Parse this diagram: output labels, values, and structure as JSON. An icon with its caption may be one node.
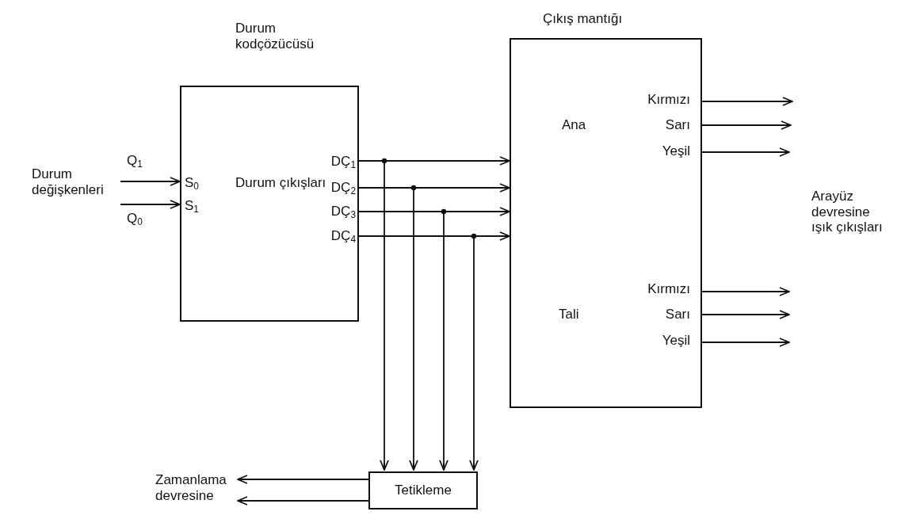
{
  "diagram": {
    "nodes": [
      {
        "text": [
          "Durum kodçözücüsü",
          "S$_{0}$",
          "S$_{1}$",
          "Durum çıkışları",
          "DÇ$_{1}$",
          "DÇ$_{2}$",
          "DÇ$_{3}$",
          "DÇ$_{4}$"
        ]
      },
      {
        "text": [
          "Çıkış mantığı",
          "Ana",
          "Kırmızı",
          "Sarı",
          "Yeşil",
          "Tali",
          "Kırmızı",
          "Sarı",
          "Yeşil"
        ]
      },
      {
        "text": [
          "Tetikleme"
        ]
      },
      {
        "text": [
          "Durum değişkenleri"
        ]
      },
      {
        "text": [
          "Arayüz devresine ışık çıkışları"
        ]
      },
      {
        "text": [
          "Zamanlama devresine"
        ]
      }
    ],
    "edges": [
      {
        "from": 3,
        "to": 0,
        "arrow": "to",
        "label": "Q$_{1}$"
      },
      {
        "from": 3,
        "to": 0,
        "arrow": "to",
        "label": "Q$_{0}$"
      },
      {
        "from": 0,
        "to": 1,
        "arrow": "to"
      },
      {
        "from": 0,
        "to": 1,
        "arrow": "to"
      },
      {
        "from": 0,
        "to": 1,
        "arrow": "to"
      },
      {
        "from": 0,
        "to": 1,
        "arrow": "to"
      },
      {
        "from": 0,
        "to": 2,
        "arrow": "to"
      },
      {
        "from": 0,
        "to": 2,
        "arrow": "to"
      },
      {
        "from": 0,
        "to": 2,
        "arrow": "to"
      },
      {
        "from": 0,
        "to": 2,
        "arrow": "to"
      },
      {
        "from": 1,
        "to": null,
        "arrow": "to"
      },
      {
        "from": 1,
        "to": null,
        "arrow": "to"
      },
      {
        "from": 1,
        "to": null,
        "arrow": "to"
      },
      {
        "from": 1,
        "to": null,
        "arrow": "to"
      },
      {
        "from": 1,
        "to": null,
        "arrow": "to"
      },
      {
        "from": 1,
        "to": null,
        "arrow": "to"
      },
      {
        "from": 2,
        "to": 5,
        "arrow": "to"
      },
      {
        "from": 2,
        "to": 5,
        "arrow": "to"
      }
    ]
  }
}
